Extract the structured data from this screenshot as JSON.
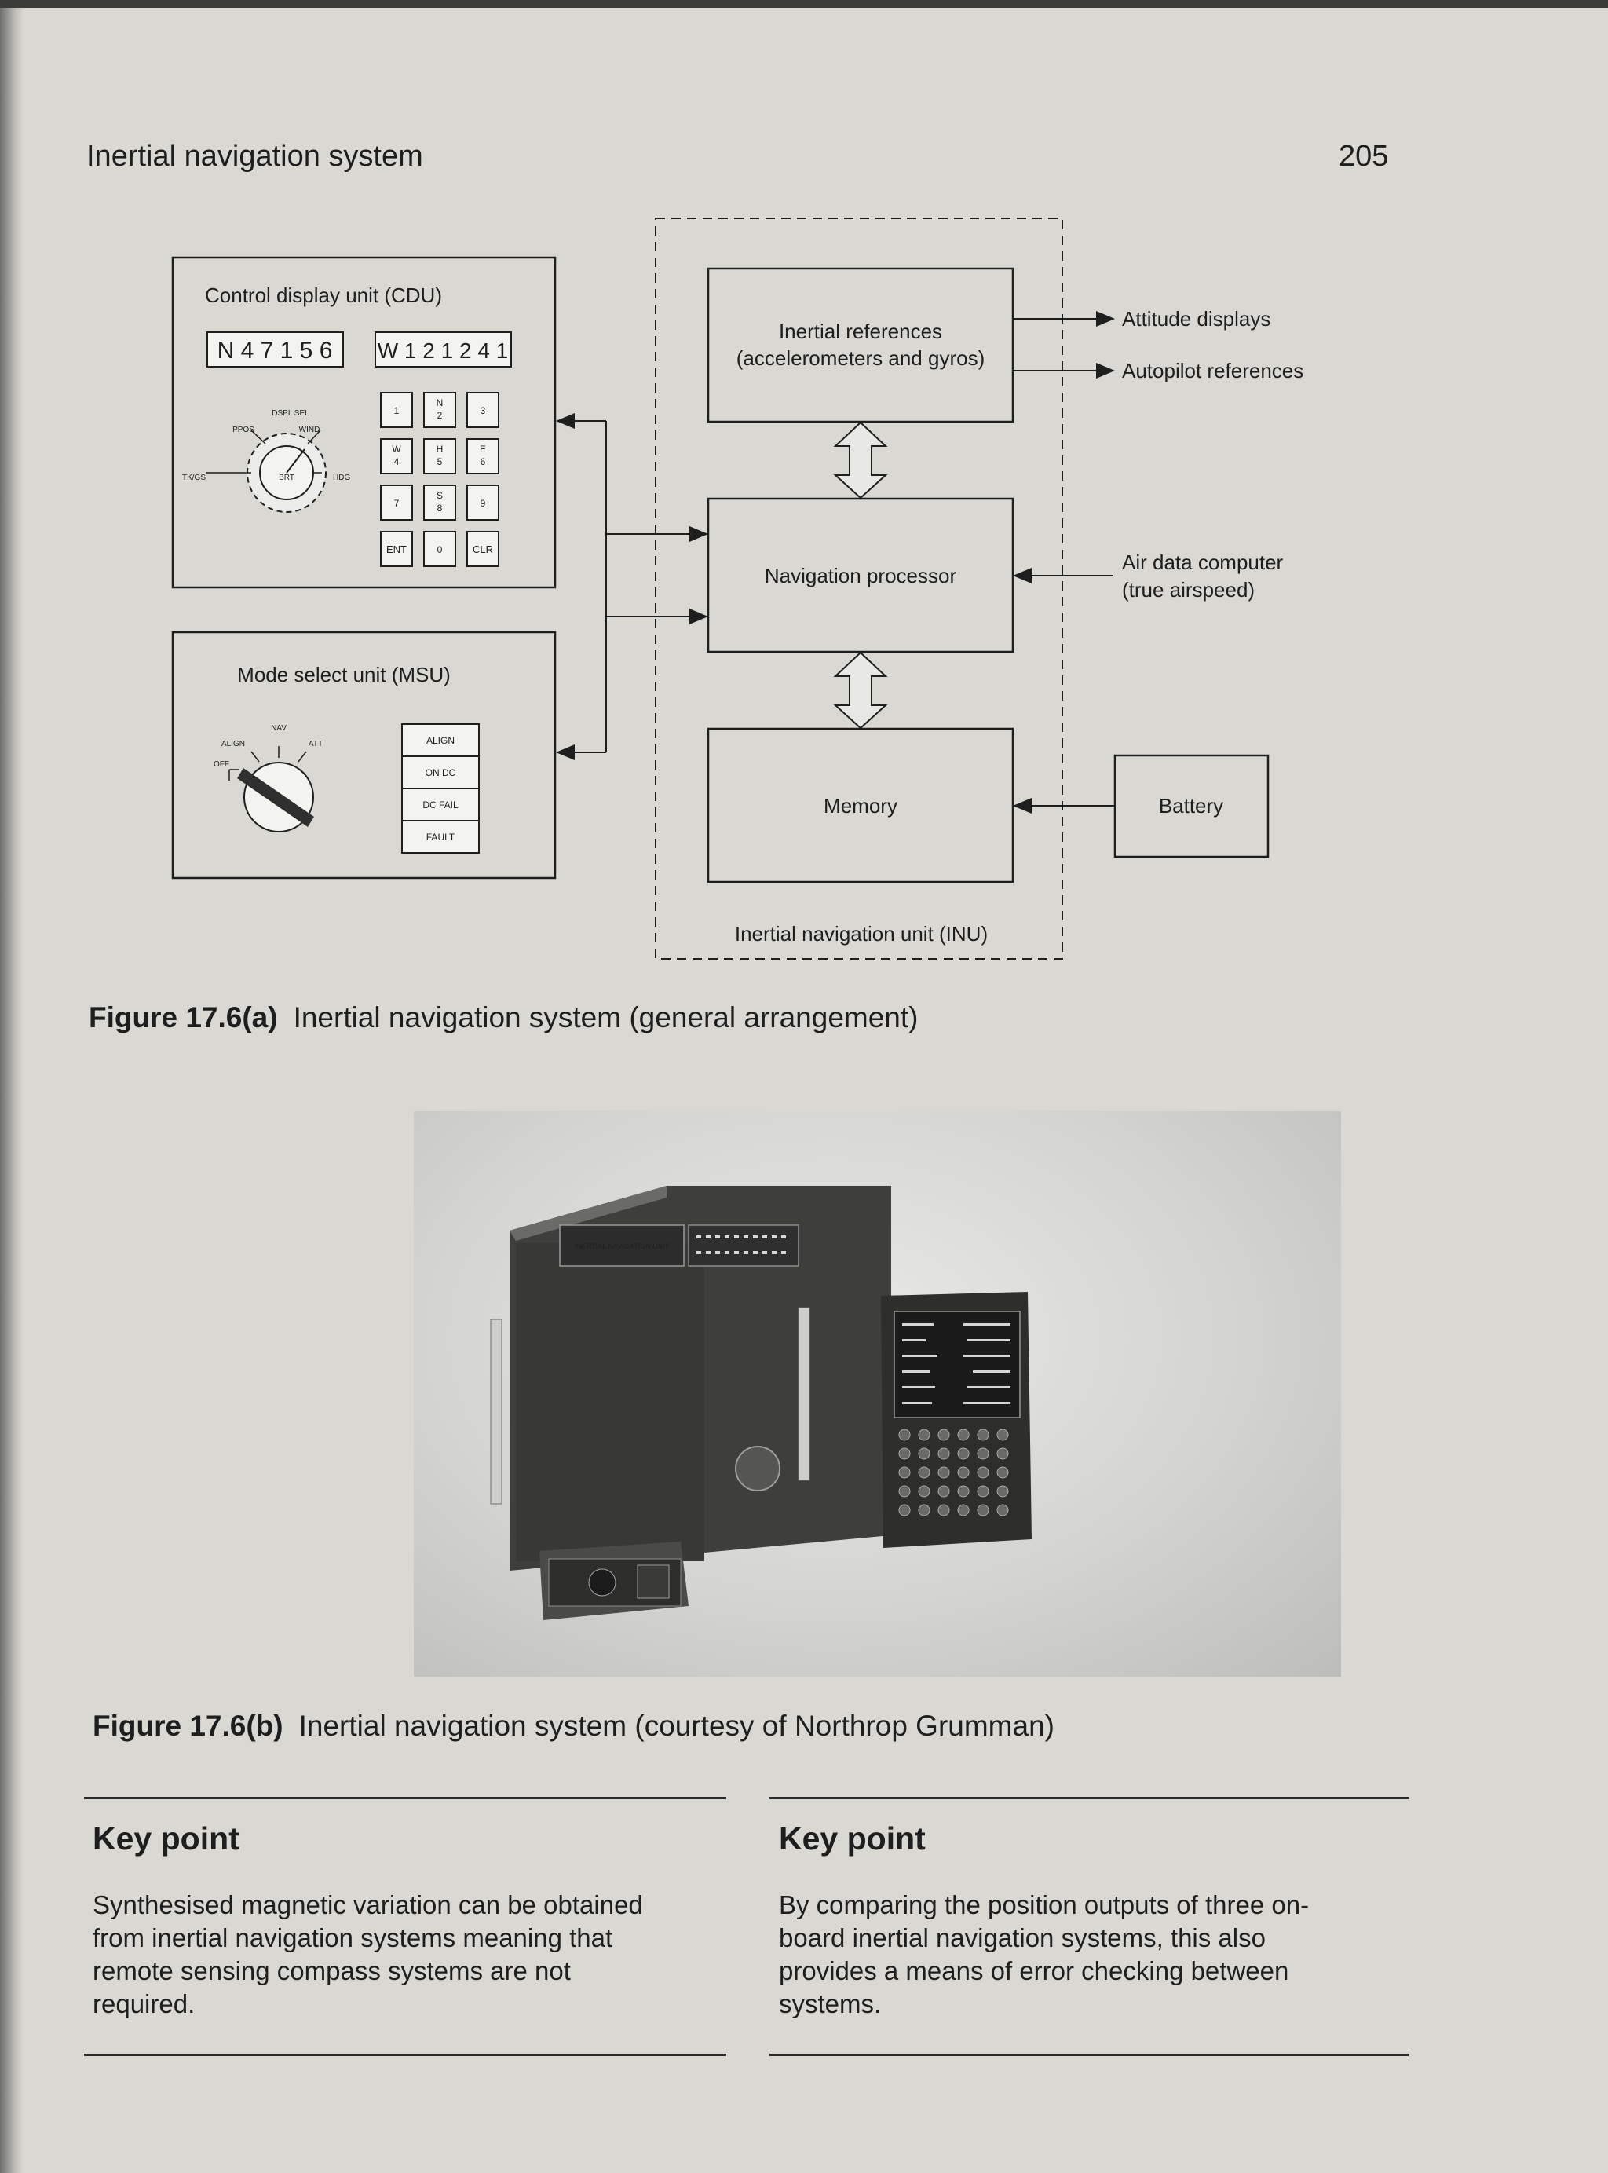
{
  "page": {
    "running_head": "Inertial navigation system",
    "page_number": "205"
  },
  "figure_a": {
    "cdu": {
      "title": "Control display unit (CDU)",
      "display_left": "N 4 7 1 5 6",
      "display_right": "W 1 2 1 2 4 1",
      "selector_labels": [
        "DSPL SEL",
        "PPOS",
        "WIND",
        "TK/GS",
        "HDG",
        "BRT"
      ],
      "keypad": [
        [
          "1",
          "N\n2",
          "3"
        ],
        [
          "W\n4",
          "H\n5",
          "E\n6"
        ],
        [
          "7",
          "S\n8",
          "9"
        ],
        [
          "ENT",
          "0",
          "CLR"
        ]
      ]
    },
    "msu": {
      "title": "Mode select unit (MSU)",
      "switch_labels": [
        "NAV",
        "ALIGN",
        "ATT",
        "OFF"
      ],
      "annunciators": [
        "ALIGN",
        "ON DC",
        "DC FAIL",
        "FAULT"
      ]
    },
    "inu": {
      "label": "Inertial navigation unit (INU)",
      "inertial_refs_line1": "Inertial references",
      "inertial_refs_line2": "(accelerometers and gyros)",
      "nav_processor": "Navigation processor",
      "memory": "Memory"
    },
    "outputs": [
      "Attitude displays",
      "Autopilot references"
    ],
    "air_data_line1": "Air data computer",
    "air_data_line2": "(true airspeed)",
    "battery": "Battery",
    "caption_number": "Figure 17.6(a)",
    "caption_text": "Inertial navigation system (general arrangement)"
  },
  "figure_b": {
    "caption_number": "Figure 17.6(b)",
    "caption_text": "Inertial navigation system (courtesy of Northrop Grumman)",
    "panel_text": [
      "INERTIAL NAVIGATION UNIT"
    ]
  },
  "key_points": [
    {
      "title": "Key point",
      "lines": [
        "Synthesised magnetic variation can be obtained",
        "from inertial navigation systems meaning that",
        "remote sensing compass systems are not",
        "required."
      ]
    },
    {
      "title": "Key point",
      "lines": [
        "By comparing the position outputs of three on-",
        "board inertial navigation systems, this also",
        "provides a means of error checking between",
        "systems."
      ]
    }
  ]
}
